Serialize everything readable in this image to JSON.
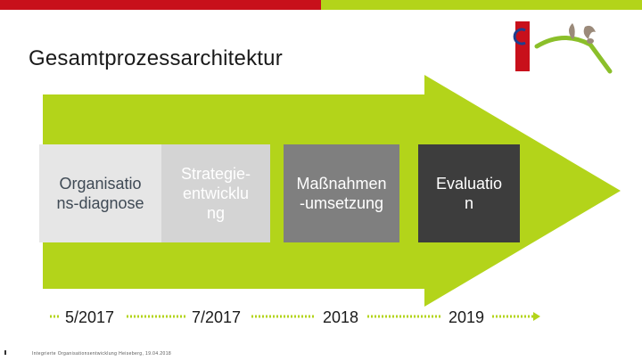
{
  "title": "Gesamtprozessarchitektur",
  "colors": {
    "top_red": "#c8101b",
    "top_green": "#b3d41a",
    "arrow": "#b3d41a"
  },
  "phases": [
    {
      "label": "Organisatio\nns-diagnose"
    },
    {
      "label": "Strategie-\nentwicklu\nng"
    },
    {
      "label": "Maßnahmen\n-umsetzung"
    },
    {
      "label": "Evaluatio\nn"
    }
  ],
  "timeline": [
    "5/2017",
    "7/2017",
    "2018",
    "2019"
  ],
  "footer": "Integrierte Organisationsentwicklung Heiseberg, 19.04.2018",
  "logo": {
    "icon": "organization-logo-icon"
  }
}
